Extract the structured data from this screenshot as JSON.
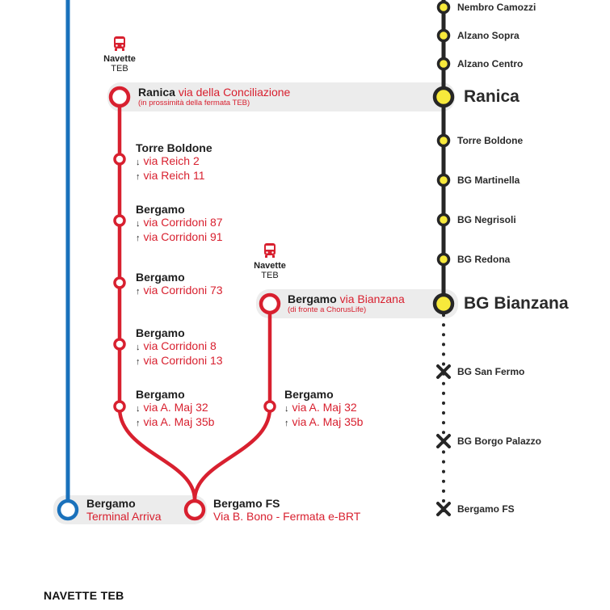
{
  "colors": {
    "red_line": "#d8202f",
    "blue_line": "#1a71bb",
    "teb_line": "#262626",
    "teb_stop_fill": "#f7e93b",
    "highlight_band": "#ececec"
  },
  "navette_labels": [
    {
      "line1": "Navette",
      "line2": "TEB",
      "icon": "bus-icon"
    },
    {
      "line1": "Navette",
      "line2": "TEB",
      "icon": "bus-icon"
    }
  ],
  "shuttle_ranica": {
    "hub": {
      "name": "Ranica",
      "street": "via della Conciliazione",
      "note": "(in prossimità della fermata TEB)"
    },
    "stops": [
      {
        "name": "Torre Boldone",
        "down": "via Reich 2",
        "up": "via Reich 11"
      },
      {
        "name": "Bergamo",
        "down": "via Corridoni 87",
        "up": "via Corridoni 91"
      },
      {
        "name": "Bergamo",
        "up": "via Corridoni 73"
      },
      {
        "name": "Bergamo",
        "down": "via Corridoni 8",
        "up": "via Corridoni 13"
      },
      {
        "name": "Bergamo",
        "down": "via A. Maj 32",
        "up": "via A. Maj 35b"
      }
    ]
  },
  "shuttle_bianzana": {
    "hub": {
      "name": "Bergamo",
      "street": "via Bianzana",
      "note": "(di fronte a ChorusLife)"
    },
    "stops": [
      {
        "name": "Bergamo",
        "down": "via A. Maj 32",
        "up": "via A. Maj 35b"
      }
    ]
  },
  "terminal_arriva": {
    "name": "Bergamo",
    "sub": "Terminal Arriva"
  },
  "bergamo_fs": {
    "name": "Bergamo FS",
    "sub": "Via B. Bono - Fermata e-BRT"
  },
  "arrows": {
    "down": "↓",
    "up": "↑"
  },
  "teb_line": {
    "stops": [
      {
        "name": "Nembro Camozzi",
        "type": "small"
      },
      {
        "name": "Alzano Sopra",
        "type": "small"
      },
      {
        "name": "Alzano Centro",
        "type": "small"
      },
      {
        "name": "Ranica",
        "type": "major"
      },
      {
        "name": "Torre Boldone",
        "type": "small"
      },
      {
        "name": "BG Martinella",
        "type": "small"
      },
      {
        "name": "BG Negrisoli",
        "type": "small"
      },
      {
        "name": "BG Redona",
        "type": "small"
      },
      {
        "name": "BG Bianzana",
        "type": "major"
      },
      {
        "name": "BG San Fermo",
        "type": "closed"
      },
      {
        "name": "BG Borgo Palazzo",
        "type": "closed"
      },
      {
        "name": "Bergamo FS",
        "type": "closed"
      }
    ]
  },
  "footer": {
    "title": "NAVETTE TEB"
  }
}
